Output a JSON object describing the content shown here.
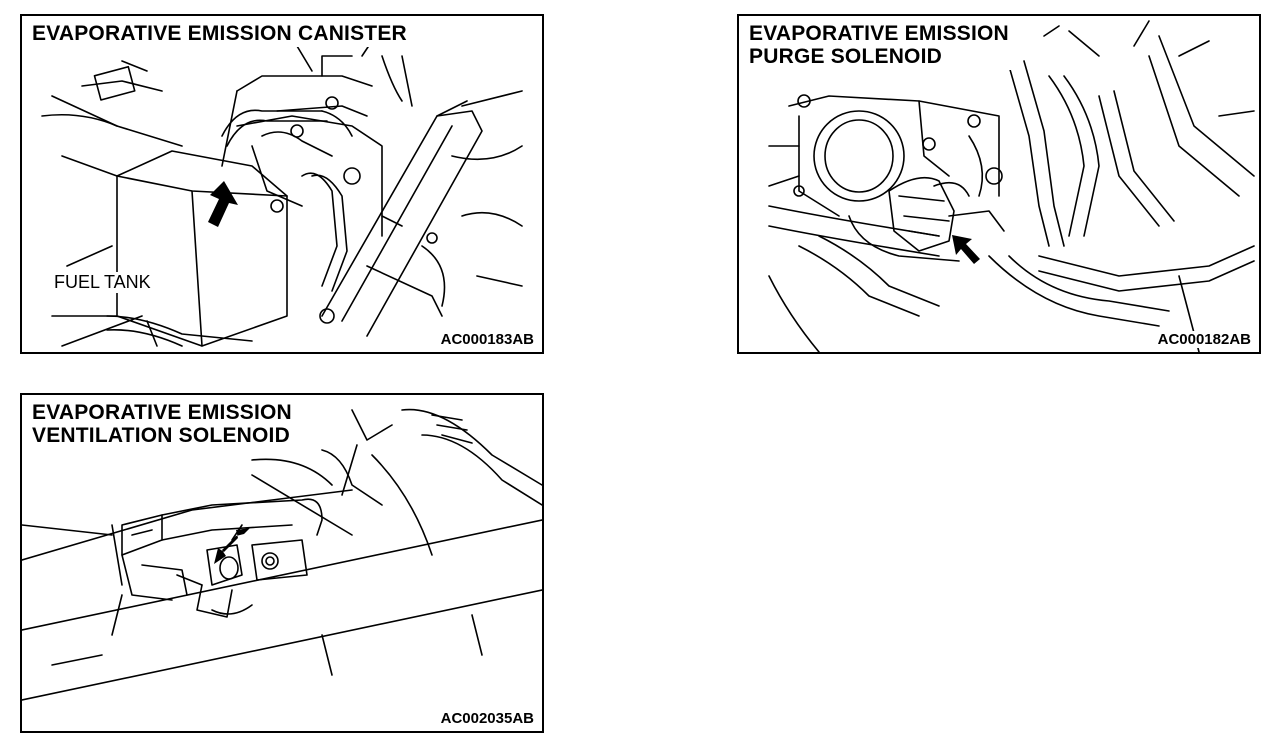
{
  "panels": [
    {
      "title": "EVAPORATIVE EMISSION CANISTER",
      "code": "AC000183AB",
      "label": "FUEL TANK"
    },
    {
      "title": "EVAPORATIVE EMISSION\nPURGE SOLENOID",
      "code": "AC000182AB"
    },
    {
      "title": "EVAPORATIVE EMISSION\nVENTILATION SOLENOID",
      "code": "AC002035AB"
    }
  ],
  "colors": {
    "line": "#000000",
    "background": "#ffffff"
  }
}
